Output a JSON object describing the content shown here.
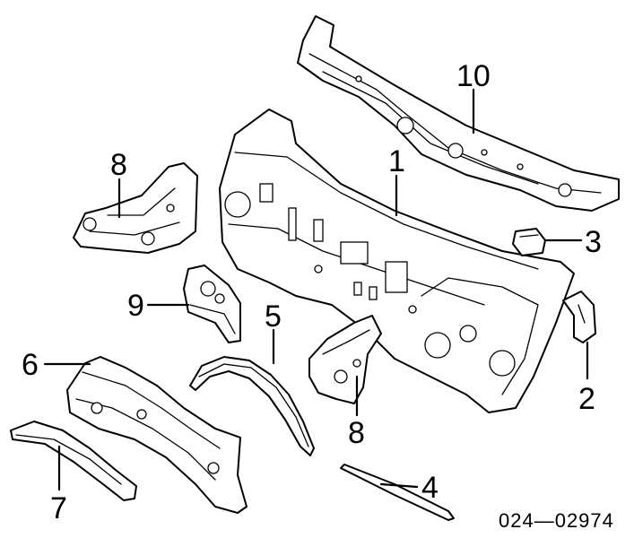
{
  "callouts": {
    "c1": "1",
    "c2": "2",
    "c3": "3",
    "c4": "4",
    "c5": "5",
    "c6": "6",
    "c7": "7",
    "c8a": "8",
    "c8b": "8",
    "c9": "9",
    "c10": "10"
  },
  "reference_code": "024—02974",
  "colors": {
    "line": "#000000",
    "background": "#ffffff"
  }
}
